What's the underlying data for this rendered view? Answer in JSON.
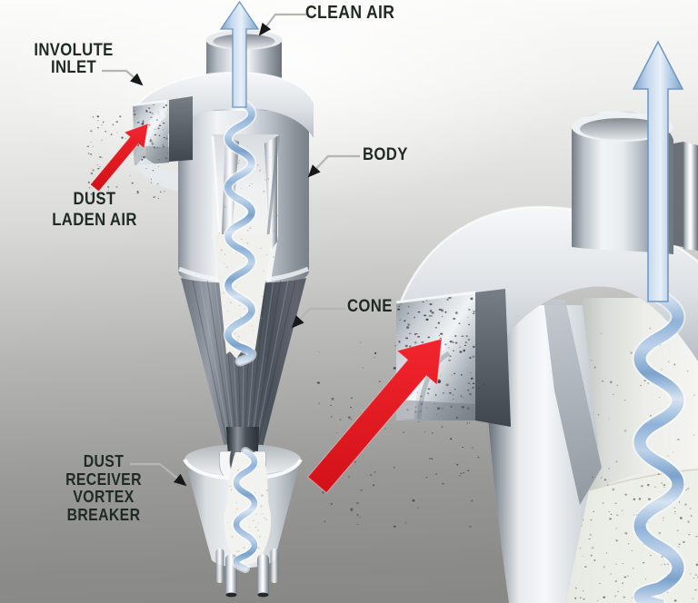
{
  "labels": {
    "clean_air": {
      "lines": [
        "CLEAN AIR"
      ]
    },
    "involute_inlet": {
      "lines": [
        "INVOLUTE",
        "INLET"
      ]
    },
    "dust_laden_air": {
      "lines": [
        "DUST",
        "LADEN AIR"
      ]
    },
    "body": {
      "lines": [
        "BODY"
      ]
    },
    "cone": {
      "lines": [
        "CONE"
      ]
    },
    "dust_receiver": {
      "lines": [
        "DUST",
        "RECEIVER",
        "VORTEX",
        "BREAKER"
      ]
    }
  },
  "colors": {
    "label_text": "#1f2a20",
    "red_arrow": "#e81b23",
    "blue_arrow_fill": "#c3d6ec",
    "blue_arrow_edge": "#7aa0c9",
    "leader_line": "#b5b5b3",
    "leader_arrowhead": "#16181a",
    "cone_metal_dark": "#4a515b",
    "metal_highlight": "#f2f5f7"
  }
}
